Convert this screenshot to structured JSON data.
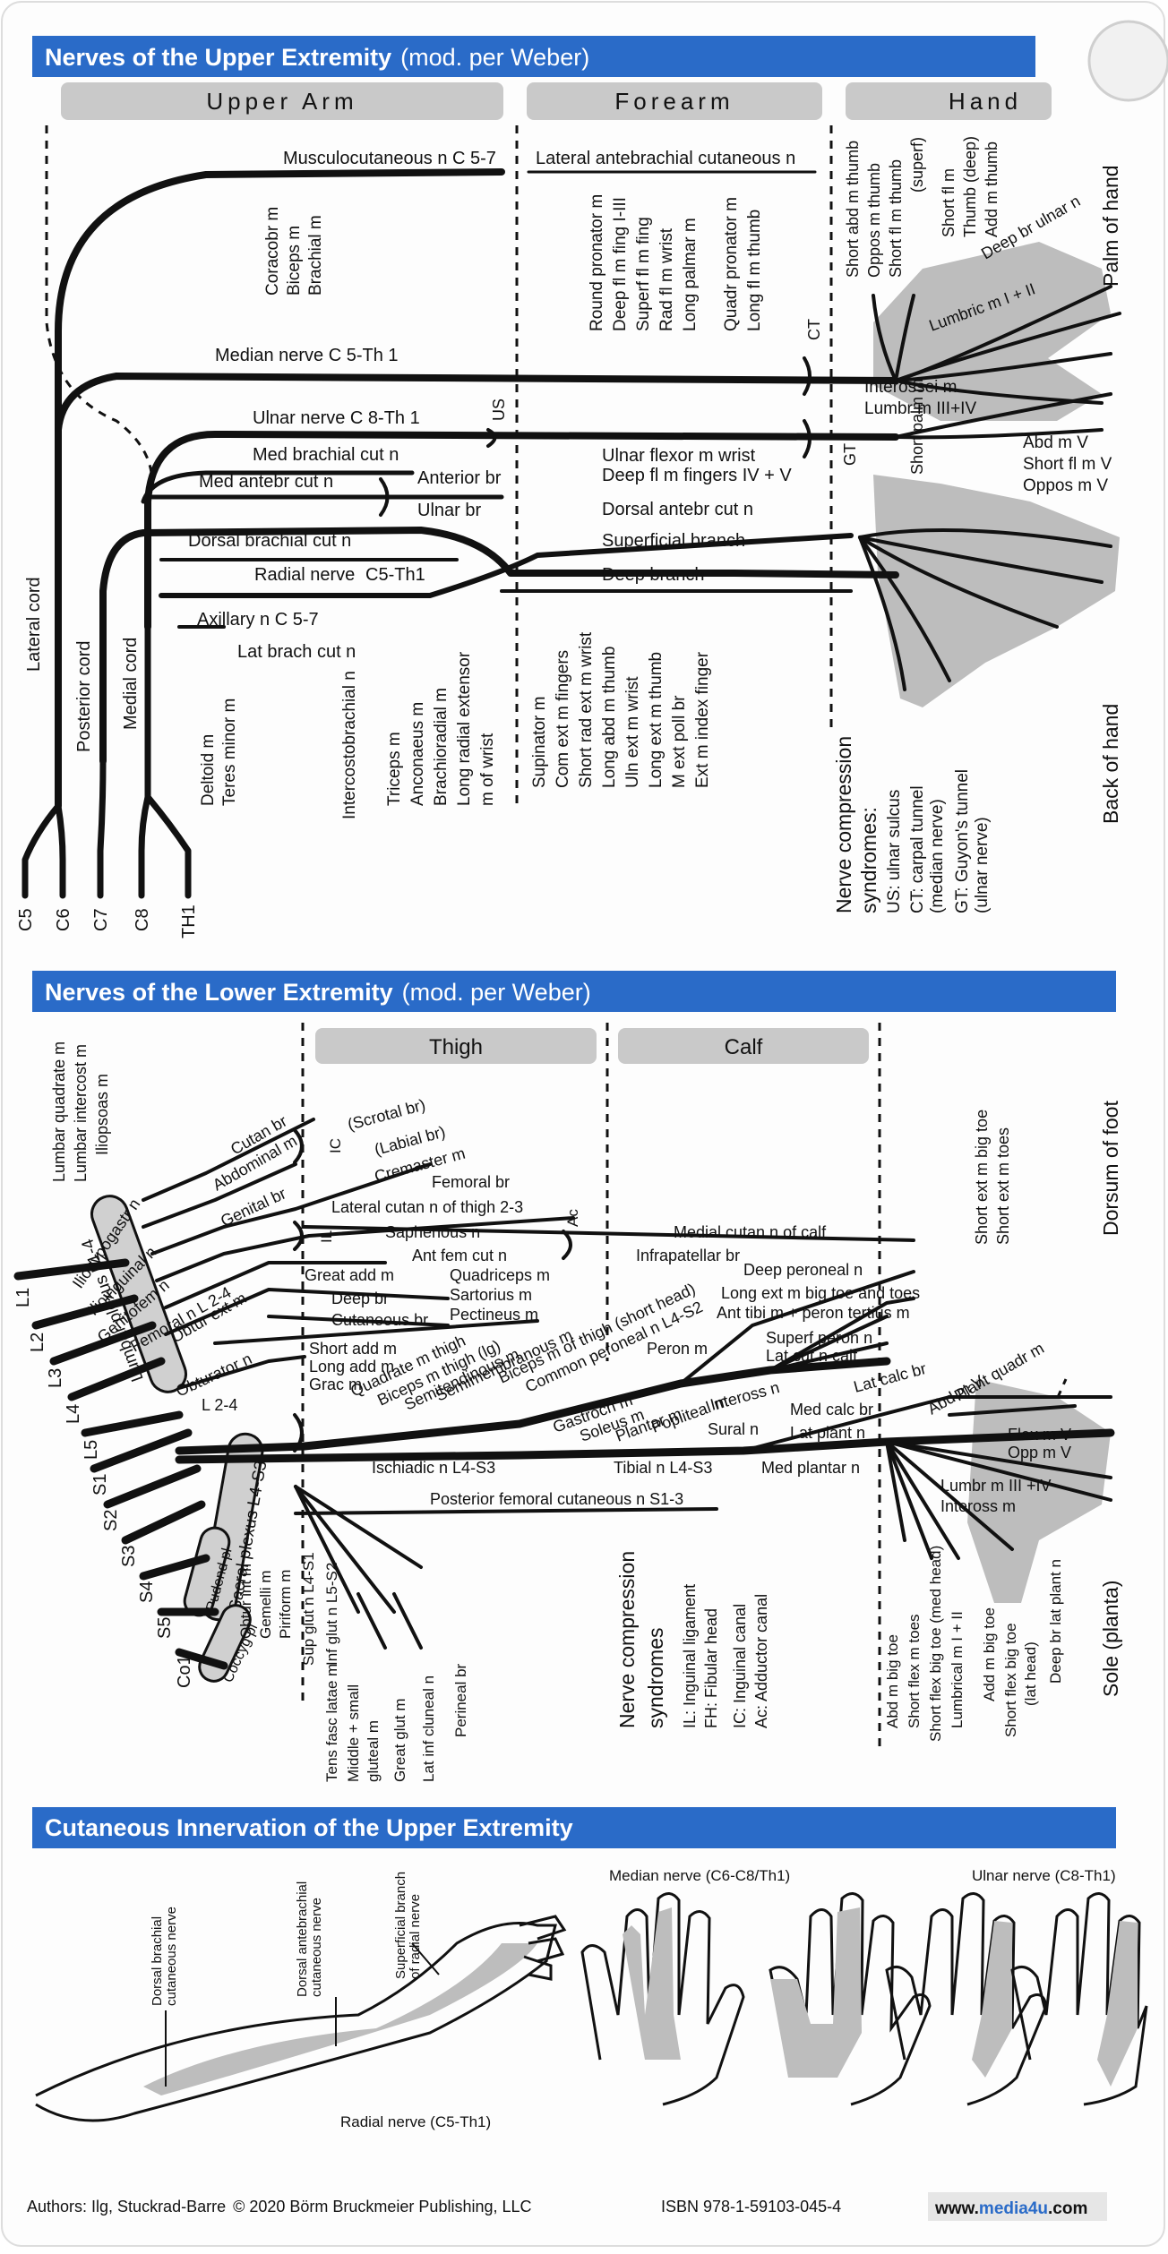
{
  "upper": {
    "title": "Nerves of the Upper Extremity",
    "subtitle": "(mod. per Weber)",
    "regions": [
      "Upper Arm",
      "Forearm",
      "Hand"
    ],
    "roots": [
      "C5",
      "C6",
      "C7",
      "C8",
      "TH1"
    ],
    "cords": [
      "Lateral cord",
      "Posterior cord",
      "Medial cord"
    ],
    "nerves": {
      "musculocutaneous": "Musculocutaneous n  C 5-7",
      "lat_antebrachial": "Lateral antebrachial cutaneous n",
      "median": "Median nerve  C 5-Th 1",
      "ulnar": "Ulnar nerve  C 8-Th 1",
      "med_brachial": "Med brachial cut n",
      "med_antebr": "Med antebr cut n",
      "anterior_br": "Anterior br",
      "ulnar_br": "Ulnar br",
      "dorsal_brachial": "Dorsal brachial cut n",
      "radial": "Radial nerve",
      "radial_root": "C5-Th1",
      "axillary": "Axillary n  C 5-7",
      "lat_brach": "Lat brach cut n",
      "ulnar_flexor": "Ulnar flexor m wrist",
      "deep_fl_fingers": "Deep fl m fingers IV + V",
      "dorsal_antebr": "Dorsal antebr cut n",
      "superficial_branch": "Superficial branch",
      "deep_branch": "Deep branch",
      "interossei": "Interossei m",
      "lumbr_3_4": "Lumbr m III+IV",
      "abd_m_v": "Abd m  V",
      "short_fl_v": "Short fl m V",
      "oppos_v": "Oppos m V",
      "short_palm": "Short palm m",
      "deep_br_ulnar": "Deep br ulnar n",
      "lumbric_1_2": "Lumbric m I + II"
    },
    "muscles_upper_arm": [
      "Coracobr m",
      "Biceps m",
      "Brachial m"
    ],
    "muscles_forearm_median": [
      "Round pronator m",
      "Deep fl m fing I-III",
      "Superf fl m fing",
      "Rad fl m wrist",
      "Long palmar m",
      "Quadr pronator m",
      "Long fl m thumb"
    ],
    "muscles_thenar": [
      "Short abd m thumb",
      "Oppos m thumb",
      "Short fl m thumb",
      "(superf)"
    ],
    "muscles_hand_ulnar": [
      "Short fl m",
      "Thumb (deep)",
      "Add m thumb"
    ],
    "muscles_axillary": [
      "Deltoid m",
      "Teres minor m"
    ],
    "intercostobrachial": "Intercostobrachial n",
    "muscles_radial": [
      "Triceps m",
      "Anconaeus m",
      "Brachioradial m",
      "Long radial extensor",
      "m of wrist"
    ],
    "muscles_deep_branch": [
      "Supinator m",
      "Com ext m fingers",
      "Short rad ext m wrist",
      "Long abd m thumb",
      "Uln ext m wrist",
      "Long ext m thumb",
      "M ext poll br",
      "Ext m index finger"
    ],
    "compression": {
      "title_line1": "Nerve compression",
      "title_line2": "syndromes:",
      "items": [
        "US: ulnar sulcus",
        "CT: carpal tunnel",
        "(median nerve)",
        "GT: Guyon's tunnel",
        "(ulnar nerve)"
      ],
      "marks": [
        "US",
        "CT",
        "GT"
      ]
    },
    "palm_label": "Palm of hand",
    "back_label": "Back of hand"
  },
  "lower": {
    "title": "Nerves of the Lower Extremity",
    "subtitle": "(mod. per Weber)",
    "regions": [
      "Thigh",
      "Calf"
    ],
    "roots": [
      "L1",
      "L2",
      "L3",
      "L4",
      "L5",
      "S1",
      "S2",
      "S3",
      "S4",
      "S5",
      "Co1"
    ],
    "plexus": [
      "Lumbar plexus  L1-4",
      "Sacral plexus  L4-S3",
      "Pudend pl",
      "Coccyg pl"
    ],
    "muscles_top": [
      "Lumbar quadrate m",
      "Lumbar intercost m",
      "Iliopsoas m"
    ],
    "nerves": {
      "iliohypogastr": "Iliohypogastr n",
      "ilioinguinal": "Ilioinguinal n",
      "genitofem": "Genitofem n",
      "femoral": "Femoral n  L 2-4",
      "obtur_ext": "Obtur ext m",
      "obturator": "Obturator n",
      "obturator_root": "L 2-4",
      "cutan_br": "Cutan br",
      "abdominal_m": "Abdominal m",
      "genital_br": "Genital br",
      "scrotal": "(Scrotal br)",
      "labial": "(Labial br)",
      "cremaster": "Cremaster m",
      "femoral_br": "Femoral br",
      "lat_cutan_thigh": "Lateral cutan n of thigh 2-3",
      "saphenous": "Saphenous n",
      "medial_cutan_calf": "Medial cutan n of calf",
      "infrapatellar": "Infrapatellar br",
      "ant_fem_cut": "Ant fem cut n",
      "quadriceps": "Quadriceps m",
      "sartorius": "Sartorius m",
      "great_add": "Great add m",
      "deep_br": "Deep br",
      "pectineus": "Pectineus m",
      "cutaneous_br": "Cutaneous br",
      "short_add": "Short add m",
      "long_add": "Long add m",
      "grac": "Grac m",
      "quadrate_thigh": "Quadrate m thigh",
      "biceps_lg": "Biceps m thigh (lg)",
      "semitendinous": "Semitendinous m",
      "semimembranous": "Semimembranous m",
      "biceps_short": "Biceps m of thigh (short head)",
      "common_peroneal": "Common peroneal n  L4-S2",
      "deep_peroneal": "Deep peroneal n",
      "long_ext_toe": "Long ext m big toe and toes",
      "ant_tibi": "Ant tibi m + peron tertius m",
      "peron_m": "Peron m",
      "superf_peron": "Superf peron n",
      "lat_cut_calf": "Lat cut n calf",
      "gastrocn": "Gastrocn m",
      "soleus": "Soleus m",
      "plantar_m": "Plantar m",
      "popliteal": "Popliteal m",
      "inteross_n": "Inteross n",
      "sural": "Sural n",
      "lat_calc": "Lat calc br",
      "med_calc": "Med calc br",
      "lat_plant": "Lat plant n",
      "med_plantar": "Med plantar n",
      "abd_v": "Abd m V",
      "plant_quadr": "Plant quadr m",
      "flex_v": "Flex m V",
      "opp_v": "Opp m V",
      "lumbr_3_4": "Lumbr m III +IV",
      "inteross_m": "Inteross m",
      "ischiadic": "Ischiadic n  L4-S3",
      "tibial": "Tibial n  L4-S3",
      "post_fem_cut": "Posterior femoral cutaneous n  S1-3",
      "short_ext_big_toe": "Short ext m big toe",
      "short_ext_toes": "Short ext m toes"
    },
    "muscles_sacral": [
      "Obtur int m",
      "Gemelli m",
      "Piriform m",
      "Sup glut n L4-S1",
      "Inf glut n L5-S2"
    ],
    "muscles_gluteal": [
      "Tens fasc latae m",
      "Middle + small",
      "gluteal m",
      "Great glut m",
      "Lat inf cluneal n",
      "Perineal br"
    ],
    "muscles_sole": [
      "Abd m big toe",
      "Short flex m toes",
      "Short flex big toe (med head)",
      "Lumbrical m I + II",
      "Add m big toe",
      "Short flex big toe",
      "(lat head)",
      "Deep br lat plant n"
    ],
    "compression": {
      "title_line1": "Nerve compression",
      "title_line2": "syndromes",
      "items": [
        "IL:  Inguinal ligament",
        "FH: Fibular head",
        "IC:  Inguinal canal",
        "Ac:  Adductor canal"
      ],
      "marks": [
        "IC",
        "IL",
        "Ac"
      ]
    },
    "dorsum_label": "Dorsum of foot",
    "sole_label": "Sole (planta)"
  },
  "cutaneous": {
    "title": "Cutaneous Innervation of the Upper Extremity",
    "labels": [
      "Dorsal brachial cutaneous nerve",
      "Dorsal antebrachial cutaneous nerve",
      "Superficial branch of radial nerve",
      "Radial nerve (C5-Th1)",
      "Median nerve (C6-C8/Th1)",
      "Ulnar nerve (C8-Th1)"
    ]
  },
  "footer": {
    "authors": "Authors: Ilg, Stuckrad-Barre",
    "copyright": "© 2020 Börm Bruckmeier Publishing, LLC",
    "isbn": "ISBN 978-1-59103-045-4",
    "url_prefix": "www.",
    "url_brand": "media4u",
    "url_suffix": ".com"
  },
  "colors": {
    "header_blue": "#2a6bc8",
    "region_gray": "#c9c9c9",
    "nerve_black": "#111111",
    "shade_gray": "#bdbdbd"
  }
}
